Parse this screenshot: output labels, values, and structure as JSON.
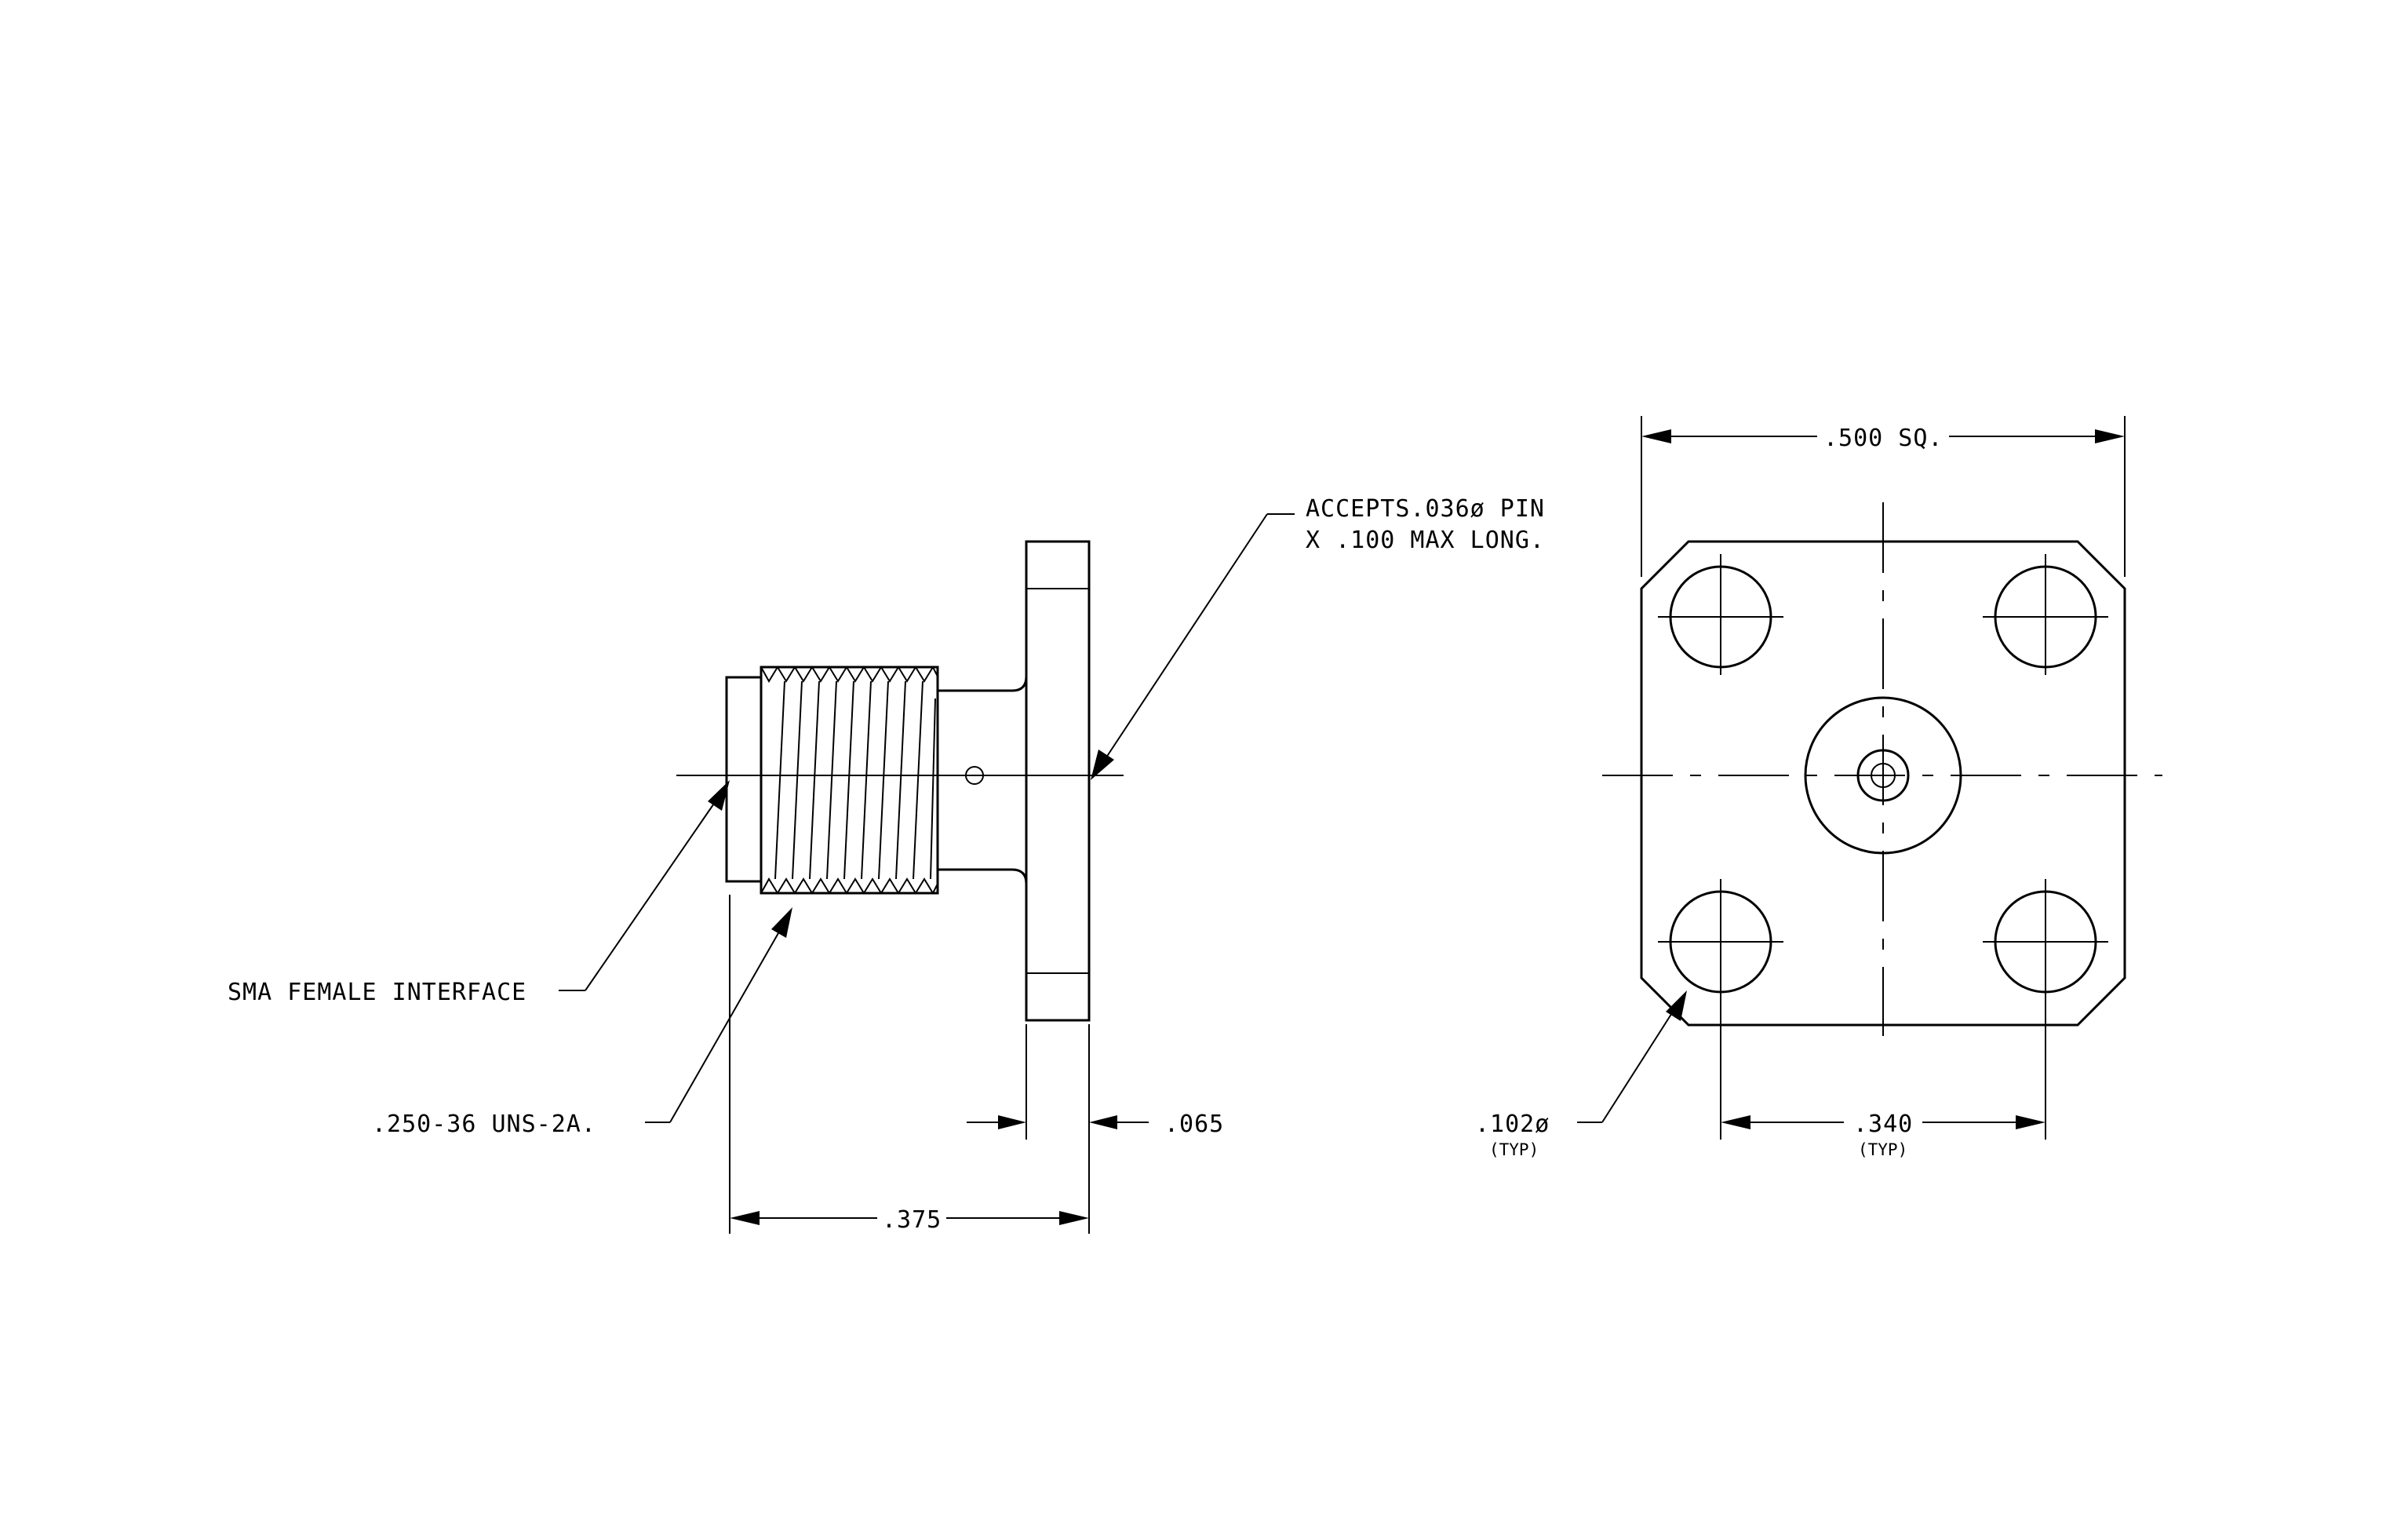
{
  "side_view": {
    "callout_pin_line1": "ACCEPTS.036ø PIN",
    "callout_pin_line2": "X .100 MAX LONG.",
    "callout_interface": "SMA FEMALE INTERFACE",
    "callout_thread": ".250-36 UNS-2A.",
    "dim_flange_thickness": ".065",
    "dim_overall_length": ".375"
  },
  "front_view": {
    "dim_square": ".500 SQ.",
    "dim_hole_dia": ".102ø",
    "dim_hole_dia_note": "(TYP)",
    "dim_hole_spacing": ".340",
    "dim_hole_spacing_note": "(TYP)"
  }
}
